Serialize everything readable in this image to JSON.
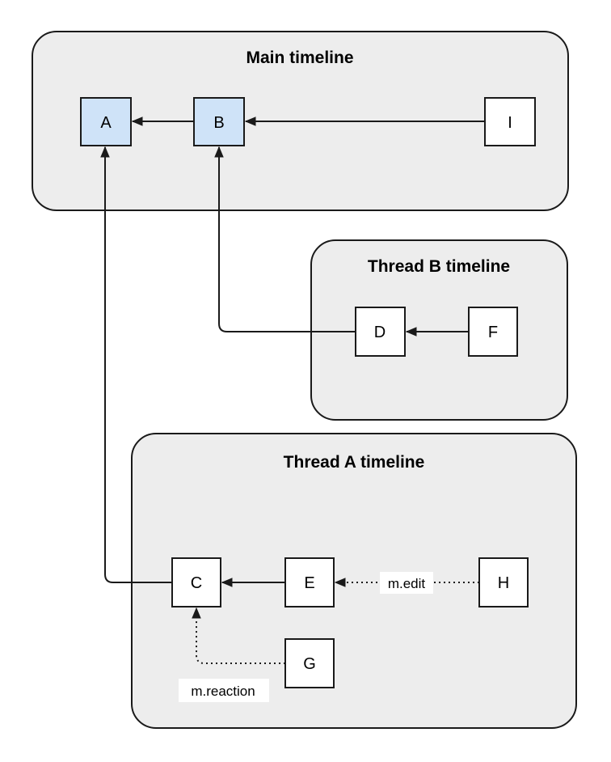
{
  "diagram": {
    "containers": {
      "main": {
        "title": "Main timeline"
      },
      "thread_b": {
        "title": "Thread B timeline"
      },
      "thread_a": {
        "title": "Thread A timeline"
      }
    },
    "nodes": {
      "a": "A",
      "b": "B",
      "i": "I",
      "d": "D",
      "f": "F",
      "c": "C",
      "e": "E",
      "h": "H",
      "g": "G"
    },
    "edge_labels": {
      "edit": "m.edit",
      "reaction": "m.reaction"
    },
    "colors": {
      "background": "#ffffff",
      "container_fill": "#ededed",
      "node_fill": "#ffffff",
      "highlight_fill": "#cfe3f8",
      "stroke": "#1a1a1a",
      "text": "#000000"
    }
  }
}
